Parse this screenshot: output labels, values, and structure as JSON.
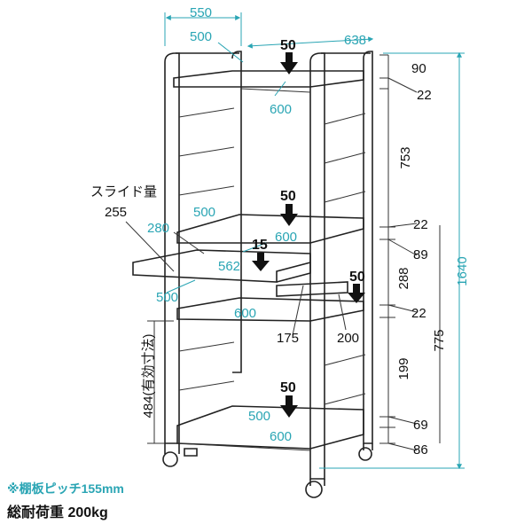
{
  "colors": {
    "dimension": "#2aa5b4",
    "ink": "#111111"
  },
  "dimensions": {
    "overall_width": "550",
    "inner_width": "500",
    "depth": "638",
    "top_depth": "600",
    "top_height": "90",
    "shelf_thickness_top": "22",
    "section_upper": "753",
    "total_height": "1640",
    "shelf2_width": "500",
    "shelf2_depth_left": "280",
    "shelf2_depth": "600",
    "shelf_thickness_mid": "22",
    "gap_89": "89",
    "slide_depth": "562",
    "gap_288": "288",
    "slide_side_width": "200",
    "shelf3_width": "500",
    "shelf3_depth": "600",
    "shelf_thickness_low": "22",
    "slide_width": "175",
    "section_lower": "775",
    "gap_199": "199",
    "effective_height": "484(有効寸法)",
    "shelf4_width": "500",
    "shelf4_depth": "600",
    "bottom_gap": "69",
    "caster_height": "86"
  },
  "slide": {
    "label": "スライド量",
    "value": "255"
  },
  "loads": {
    "top": "50",
    "shelf2": "50",
    "slide_table": "15",
    "side_table": "50",
    "bottom": "50"
  },
  "notes": {
    "pitch": "※棚板ピッチ155mm",
    "total_load": "総耐荷重 200kg"
  }
}
